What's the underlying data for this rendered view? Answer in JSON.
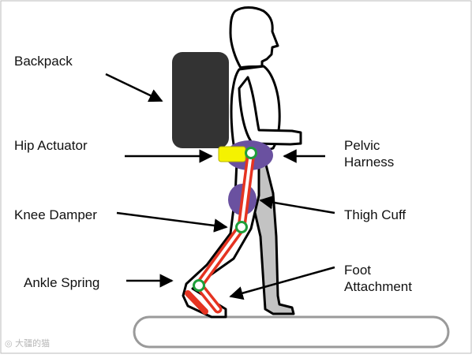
{
  "labels": {
    "backpack": "Backpack",
    "hip_actuator": "Hip Actuator",
    "knee_damper": "Knee Damper",
    "ankle_spring": "Ankle Spring",
    "pelvic_harness": [
      "Pelvic",
      "Harness"
    ],
    "thigh_cuff": "Thigh Cuff",
    "foot_attachment": [
      "Foot",
      "Attachment"
    ]
  },
  "watermark": "大疆的猫",
  "colors": {
    "backpack": "#333333",
    "exo_frame": "#e53321",
    "harness": "#6a51a0",
    "hip_actuator": "#f5f200",
    "joint": "#1e9e3a",
    "body_outline": "#000000",
    "rear_leg": "#c3c3c3",
    "treadmill": "#ffffff"
  }
}
